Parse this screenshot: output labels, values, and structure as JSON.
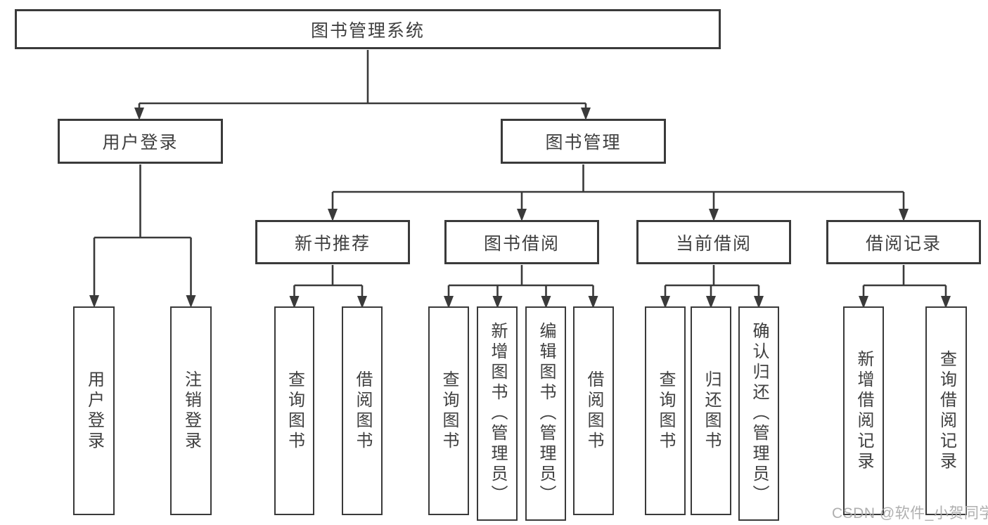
{
  "tree": {
    "label": "图书管理系统",
    "children": [
      {
        "label": "用户登录",
        "children": [
          {
            "label": "用户登录"
          },
          {
            "label": "注销登录"
          }
        ]
      },
      {
        "label": "图书管理",
        "children": [
          {
            "label": "新书推荐",
            "children": [
              {
                "label": "查询图书"
              },
              {
                "label": "借阅图书"
              }
            ]
          },
          {
            "label": "图书借阅",
            "children": [
              {
                "label": "查询图书"
              },
              {
                "label": "新增图书（管理员）"
              },
              {
                "label": "编辑图书（管理员）"
              },
              {
                "label": "借阅图书"
              }
            ]
          },
          {
            "label": "当前借阅",
            "children": [
              {
                "label": "查询图书"
              },
              {
                "label": "归还图书"
              },
              {
                "label": "确认归还（管理员）"
              }
            ]
          },
          {
            "label": "借阅记录",
            "children": [
              {
                "label": "新增借阅记录"
              },
              {
                "label": "查询借阅记录"
              }
            ]
          }
        ]
      }
    ]
  },
  "watermark": {
    "text": "CSDN @软件_小贺同学"
  },
  "colors": {
    "line": "#3a3a3a",
    "text": "#3f3f3f",
    "watermark": "#a8a8a8",
    "background": "#ffffff"
  }
}
